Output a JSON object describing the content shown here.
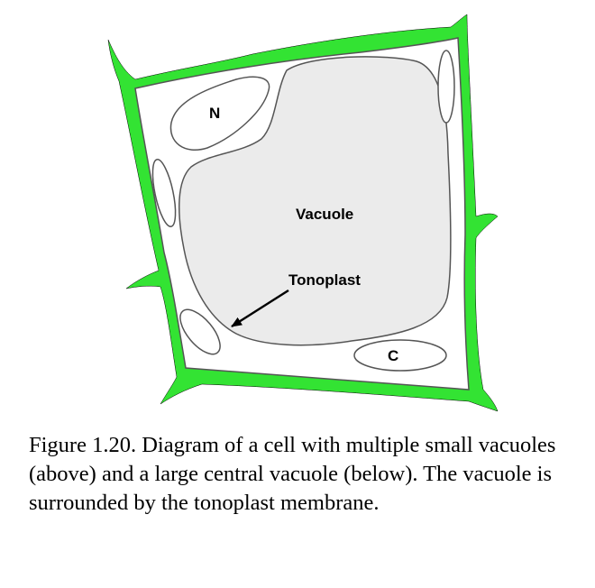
{
  "labels": {
    "nucleus": "N",
    "vacuole": "Vacuole",
    "tonoplast": "Tonoplast",
    "chloroplast": "C"
  },
  "caption": "Figure 1.20. Diagram of a cell with multiple small vacuoles (above) and a large central vacuole (below). The vacuole is surrounded by the tonoplast membrane.",
  "colors": {
    "cell_wall": "#33e333",
    "vacuole_fill": "#ebebeb",
    "outline": "#555555"
  }
}
